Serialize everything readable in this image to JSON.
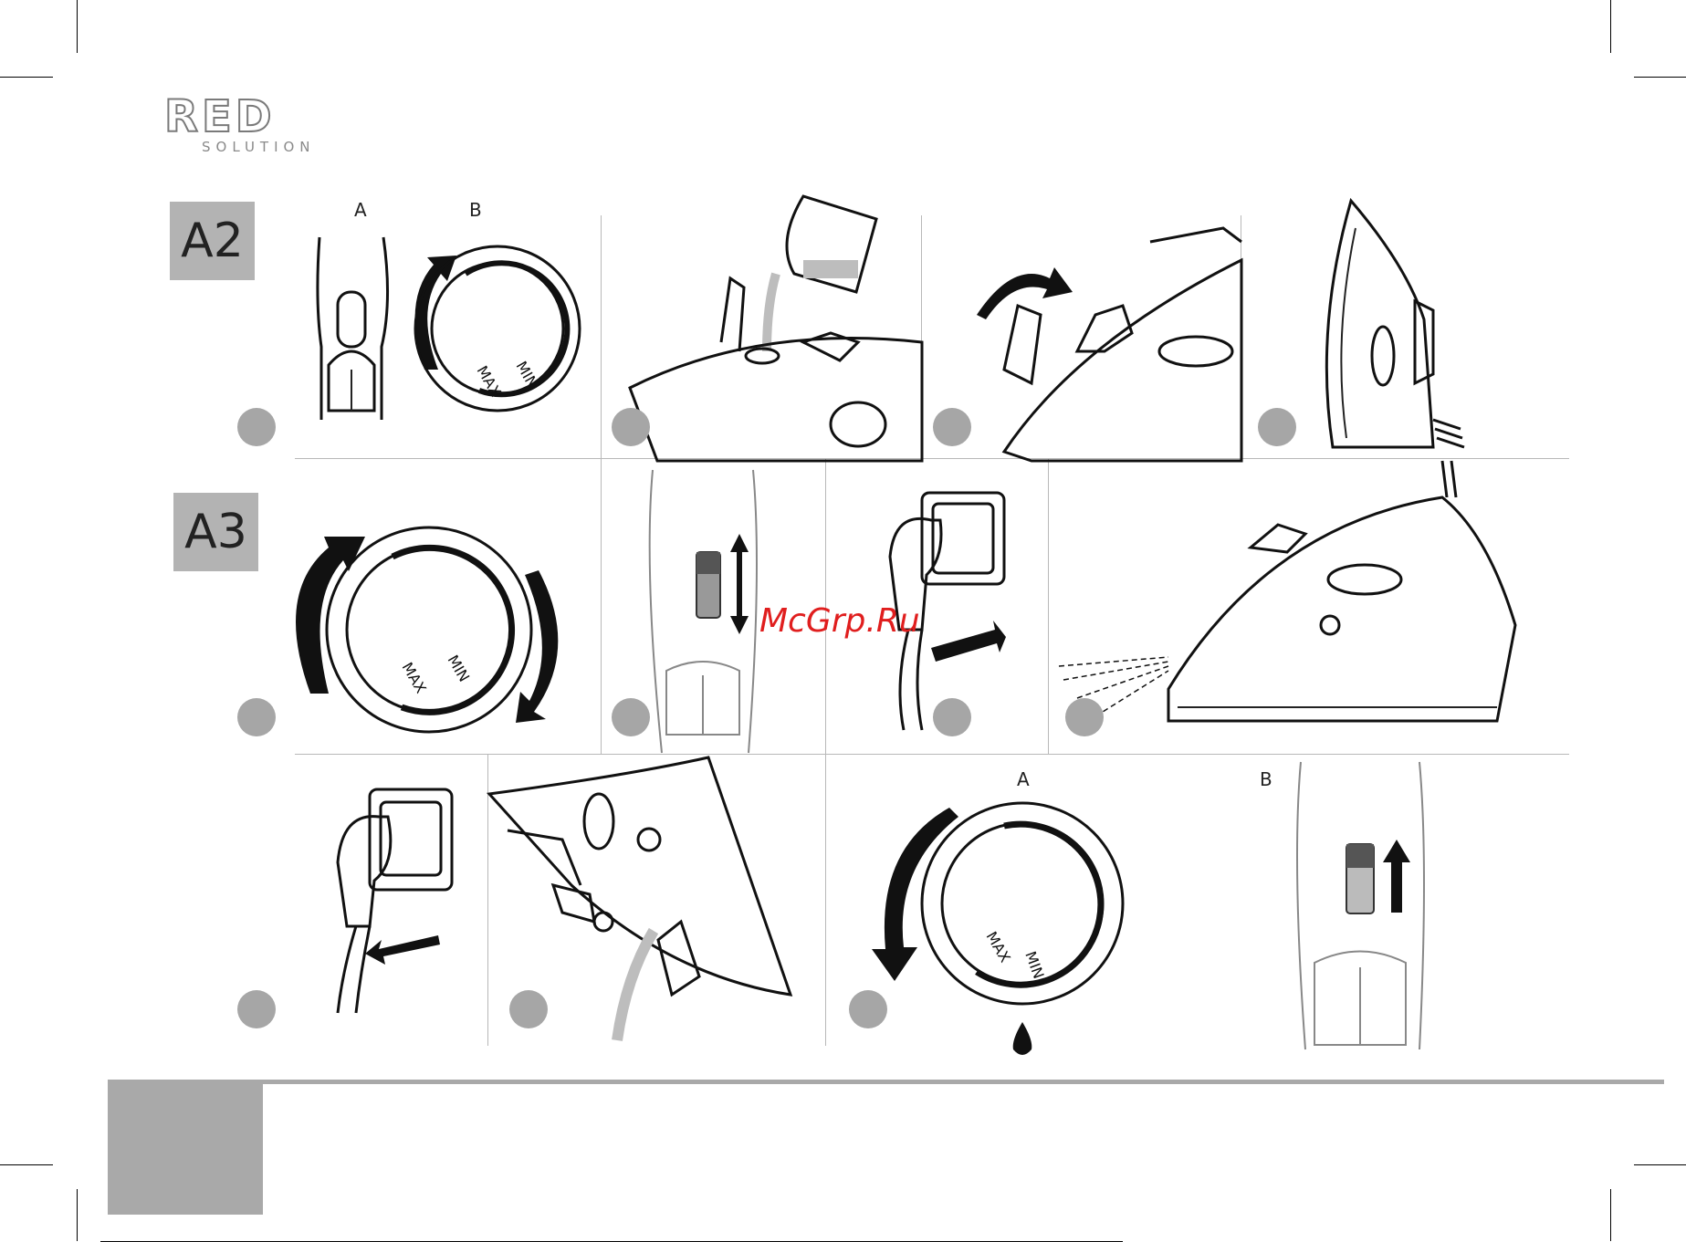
{
  "brand": {
    "name": "RED",
    "tagline": "SOLUTION"
  },
  "sections": [
    {
      "tag": "A2"
    },
    {
      "tag": "A3"
    }
  ],
  "sub_labels": {
    "a2_first_a": "A",
    "a2_first_b": "B",
    "a3_last_a": "A",
    "a3_last_b": "B"
  },
  "dial": {
    "max_label": "MAX",
    "min_label": "MIN"
  },
  "watermark": "McGrp.Ru",
  "colors": {
    "tag_gray": "#b3b3b3",
    "step_dot": "#a6a6a6",
    "watermark_red": "#e01e1e",
    "line_art": "#111111"
  },
  "icons": [
    "steam-icon",
    "spray-icon",
    "water-drop-icon",
    "plug-icon",
    "water-cup-icon",
    "rotate-arrow-icon",
    "slide-arrow-icon"
  ]
}
